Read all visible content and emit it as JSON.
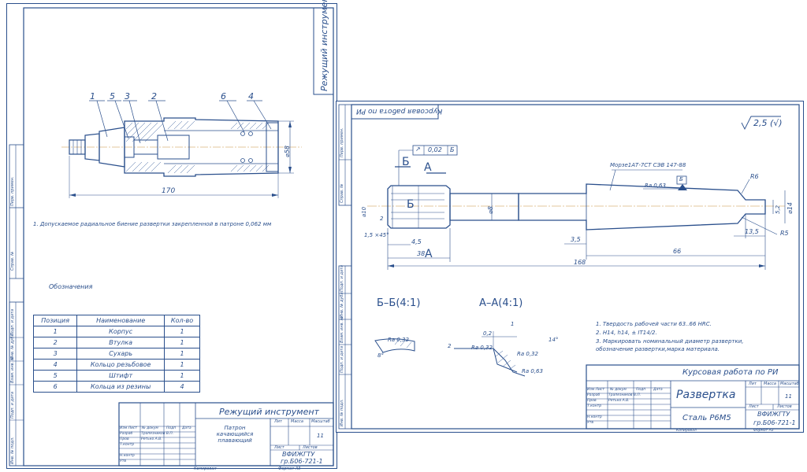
{
  "sheet1": {
    "side_title": "Режущий инструмент",
    "callouts": [
      "1",
      "5",
      "3",
      "2",
      "6",
      "4"
    ],
    "dim_length": "170",
    "dim_diameter": "⌀58",
    "note": "1. Допускаемое радиальное биение развертки закрепленной в патроне 0,062 мм",
    "legend_title": "Обозначения",
    "legend": {
      "headers": [
        "Позиция",
        "Наименование",
        "Кол-во"
      ],
      "rows": [
        [
          "1",
          "Корпус",
          "1"
        ],
        [
          "2",
          "Втулка",
          "1"
        ],
        [
          "3",
          "Сухарь",
          "1"
        ],
        [
          "4",
          "Кольцо резьбовое",
          "1"
        ],
        [
          "5",
          "Штифт",
          "1"
        ],
        [
          "6",
          "Кольца из резины",
          "4"
        ]
      ]
    },
    "stamp": {
      "title": "Режущий инструмент",
      "part_name": "Патрон качающийся плавающий",
      "sheet_label": "Лит",
      "mass_label": "Масса",
      "scale_label": "Масштаб",
      "scale_value": "11",
      "list_label": "Лист",
      "lists_label": "Листов",
      "org": "ВФИЖГТУ",
      "group": "гр.Б06-721-1",
      "rows": [
        "Изм Лист",
        "Разраб",
        "Пров",
        "Т.контр",
        "Н.контр",
        "Утв"
      ],
      "cols": [
        "№ докум",
        "Подп",
        "Дата"
      ],
      "dev_name": "Трапезников В.П.",
      "check_name": "Ретько А.В.",
      "copied": "Копировал",
      "format": "Формат   А3"
    },
    "margin_labels": [
      "Перв. примен.",
      "Справ. №",
      "Подп. и дата",
      "Инв. № дубл.",
      "Взам. инв. №",
      "Подп. и дата",
      "Инв. № подл."
    ]
  },
  "sheet2": {
    "corner_title": "Курсовая работа по РИ",
    "roughness": "2,5 (√)",
    "tolerance_frame": [
      "↗",
      "0,02",
      "Б"
    ],
    "section_b": "Б",
    "section_a": "А",
    "morse": "Морзе1АТ-7СТ СЭВ 147-88",
    "ra_063": "Ra 0,63",
    "datum_b": "Б",
    "r6": "R6",
    "r5": "R5",
    "dim_d8": "⌀8",
    "dim_d14": "⌀14",
    "dim_52": "5,2",
    "dim_left": "⌀10",
    "dim_35": "3,5",
    "dim_135": "13,5",
    "dim_66": "66",
    "dim_168": "168",
    "dim_45": "4,5",
    "dim_38": "38",
    "dim_chamfer": "1,5 ×45°",
    "dim_2": "2",
    "section_bb": "Б–Б(4:1)",
    "section_aa": "А–А(4:1)",
    "bb_ra": "Ra 0,32",
    "bb_angle": "8°",
    "aa_ra1": "Ra 0,32",
    "aa_ra2": "Ra 0,32",
    "aa_ra3": "Ra 0,63",
    "aa_02": "0,2",
    "aa_1": "1",
    "aa_2": "2",
    "aa_angle": "14°",
    "notes": [
      "1. Твердость рабочей части 63..66 HRC.",
      "2. H14, h14, ± IT14/2.",
      "3. Маркировать номинальный диаметр развертки,",
      "    обозначение развертки,марка материала."
    ],
    "stamp": {
      "top_title": "Курсовая работа по РИ",
      "part_name": "Развертка",
      "material": "Сталь  Р6М5",
      "sheet_label": "Лит",
      "mass_label": "Масса",
      "scale_label": "Масштаб",
      "scale_value": "11",
      "list_label": "Лист",
      "lists_label": "Листов",
      "org": "ВФИЖГТУ",
      "group": "гр.Б06-721-1",
      "rows": [
        "Изм Лист",
        "Разраб",
        "Пров",
        "Т.контр",
        "Н.контр",
        "Утв"
      ],
      "cols": [
        "№ докум",
        "Подп",
        "Дата"
      ],
      "dev_name": "Трапезников В.П.",
      "check_name": "Ретько А.В.",
      "copied": "Копировал",
      "format": "Формат   А3"
    },
    "margin_labels": [
      "Перв. примен.",
      "Справ. №",
      "Подп. и дата",
      "Инв. № дубл.",
      "Взам. инв. №",
      "Подп. и дата",
      "Инв. № подл."
    ]
  },
  "colors": {
    "line": "#2a4f8c",
    "hatch": "#3a5f9c",
    "axis": "#c8903c",
    "paper": "#ffffff"
  }
}
